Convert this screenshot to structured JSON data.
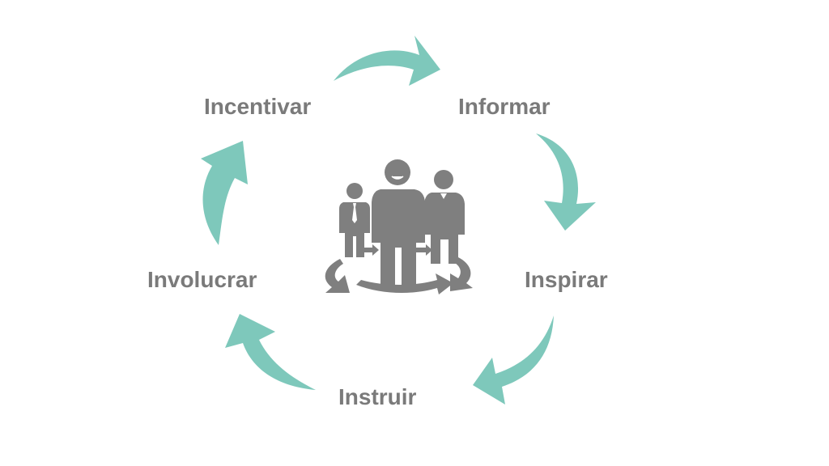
{
  "colors": {
    "arrow": "#7ec8bb",
    "text": "#7a7a7a",
    "icon": "#7f7f7f",
    "background": "#ffffff"
  },
  "diagram": {
    "steps": [
      {
        "label": "Incentivar"
      },
      {
        "label": "Informar"
      },
      {
        "label": "Inspirar"
      },
      {
        "label": "Instruir"
      },
      {
        "label": "Involucrar"
      }
    ],
    "center_icon": "team-cycle-icon"
  }
}
